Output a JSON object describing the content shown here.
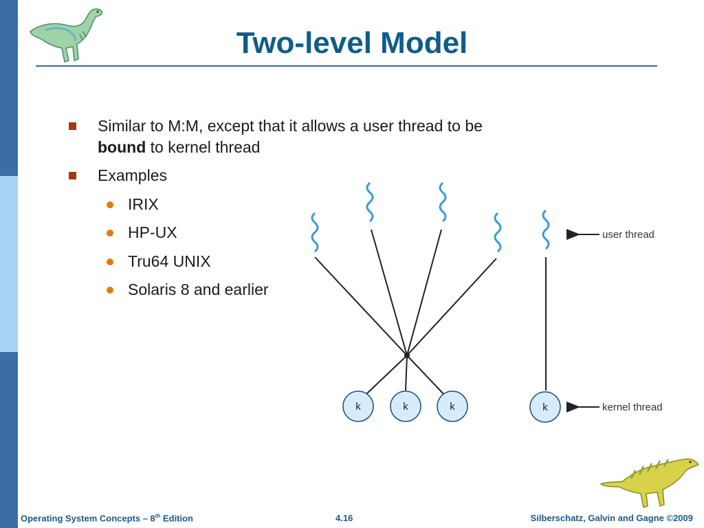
{
  "slide": {
    "title": "Two-level Model",
    "bullets": [
      {
        "line1": "Similar to M:M, except that it allows a user thread to be",
        "bold": "bound",
        "rest": " to kernel thread"
      },
      {
        "text": "Examples"
      }
    ],
    "examples": [
      "IRIX",
      "HP-UX",
      "Tru64 UNIX",
      "Solaris 8 and earlier"
    ]
  },
  "diagram": {
    "user_thread_label": "user thread",
    "kernel_thread_label": "kernel thread",
    "kernel_labels": [
      "k",
      "k",
      "k",
      "k"
    ]
  },
  "footer": {
    "left_prefix": "Operating System Concepts – 8",
    "left_sup": "th",
    "left_suffix": " Edition",
    "page": "4.16",
    "right": "Silberschatz, Galvin and Gagne ©2009"
  },
  "colors": {
    "title": "#0f5c8a",
    "sidebar_dark": "#3a6ea5",
    "sidebar_light": "#a8d4f5",
    "bullet_square": "#a33a0f",
    "bullet_dot": "#e07a10",
    "thread_wave": "#3a9ad9",
    "kernel_fill": "#d7ecfb"
  }
}
